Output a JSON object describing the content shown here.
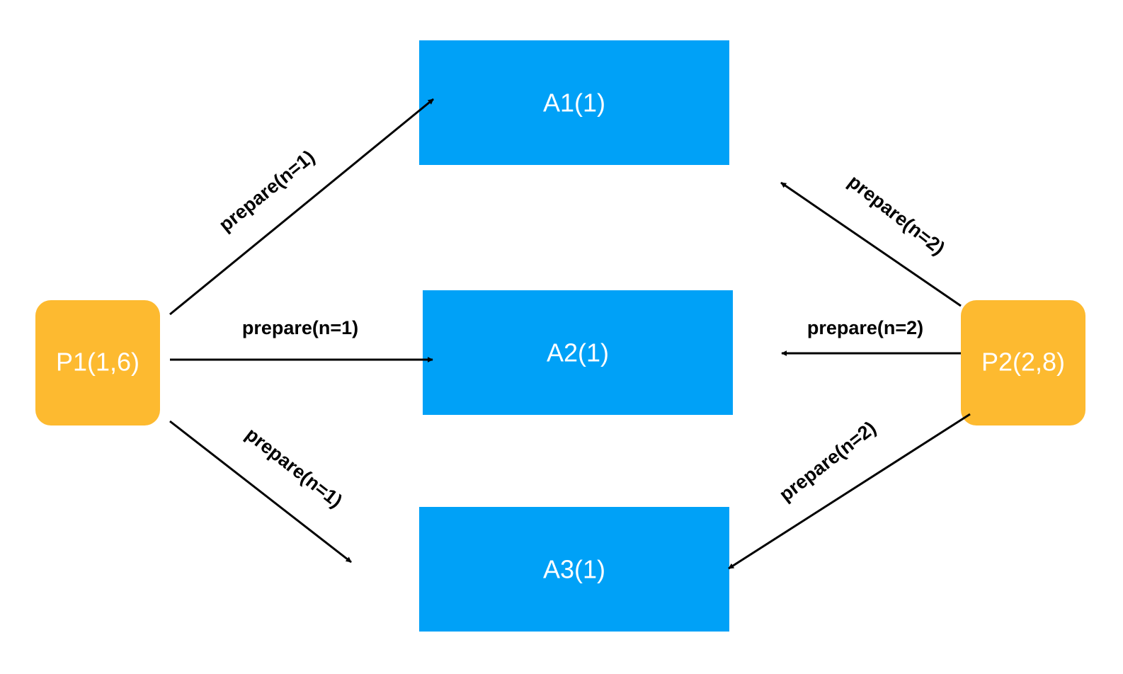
{
  "colors": {
    "proposer": "#FDBA30",
    "acceptor": "#00A1F7",
    "arrow": "#000000",
    "text_on_node": "#FFFFFF"
  },
  "proposers": [
    {
      "label": "P1(1,6)"
    },
    {
      "label": "P2(2,8)"
    }
  ],
  "acceptors": [
    {
      "label": "A1(1)"
    },
    {
      "label": "A2(1)"
    },
    {
      "label": "A3(1)"
    }
  ],
  "messages": {
    "p1_to_a1": "prepare(n=1)",
    "p1_to_a2": "prepare(n=1)",
    "p1_to_a3": "prepare(n=1)",
    "p2_to_a1": "prepare(n=2)",
    "p2_to_a2": "prepare(n=2)",
    "p2_to_a3": "prepare(n=2)"
  }
}
